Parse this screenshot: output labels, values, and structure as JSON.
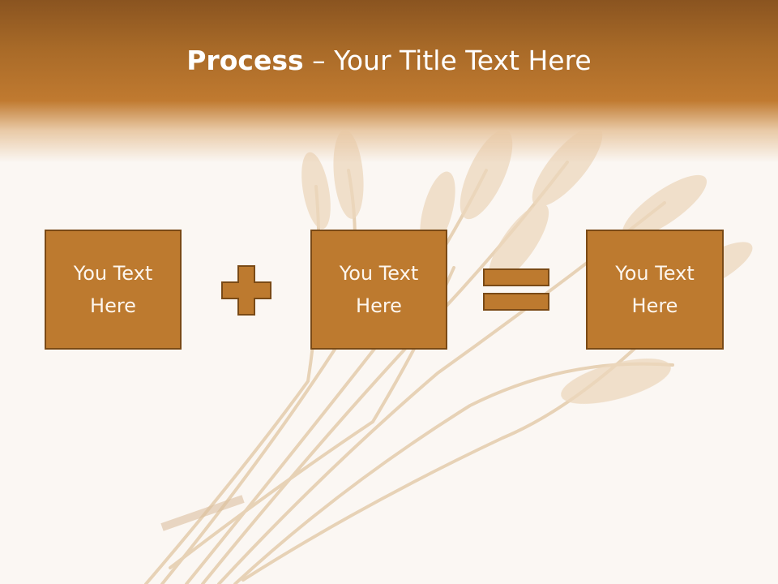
{
  "title": {
    "bold": "Process",
    "dash": " – ",
    "rest": "Your Title Text Here"
  },
  "boxes": [
    {
      "label": "You Text Here"
    },
    {
      "label": "You Text Here"
    },
    {
      "label": "You Text Here"
    }
  ],
  "operators": {
    "first": "plus-icon",
    "second": "equals-icon"
  },
  "colors": {
    "header": "#c07a30",
    "box_fill": "#bd7a2f",
    "box_border": "#7a4a16",
    "background": "#fbf7f3",
    "text": "#ffffff"
  }
}
